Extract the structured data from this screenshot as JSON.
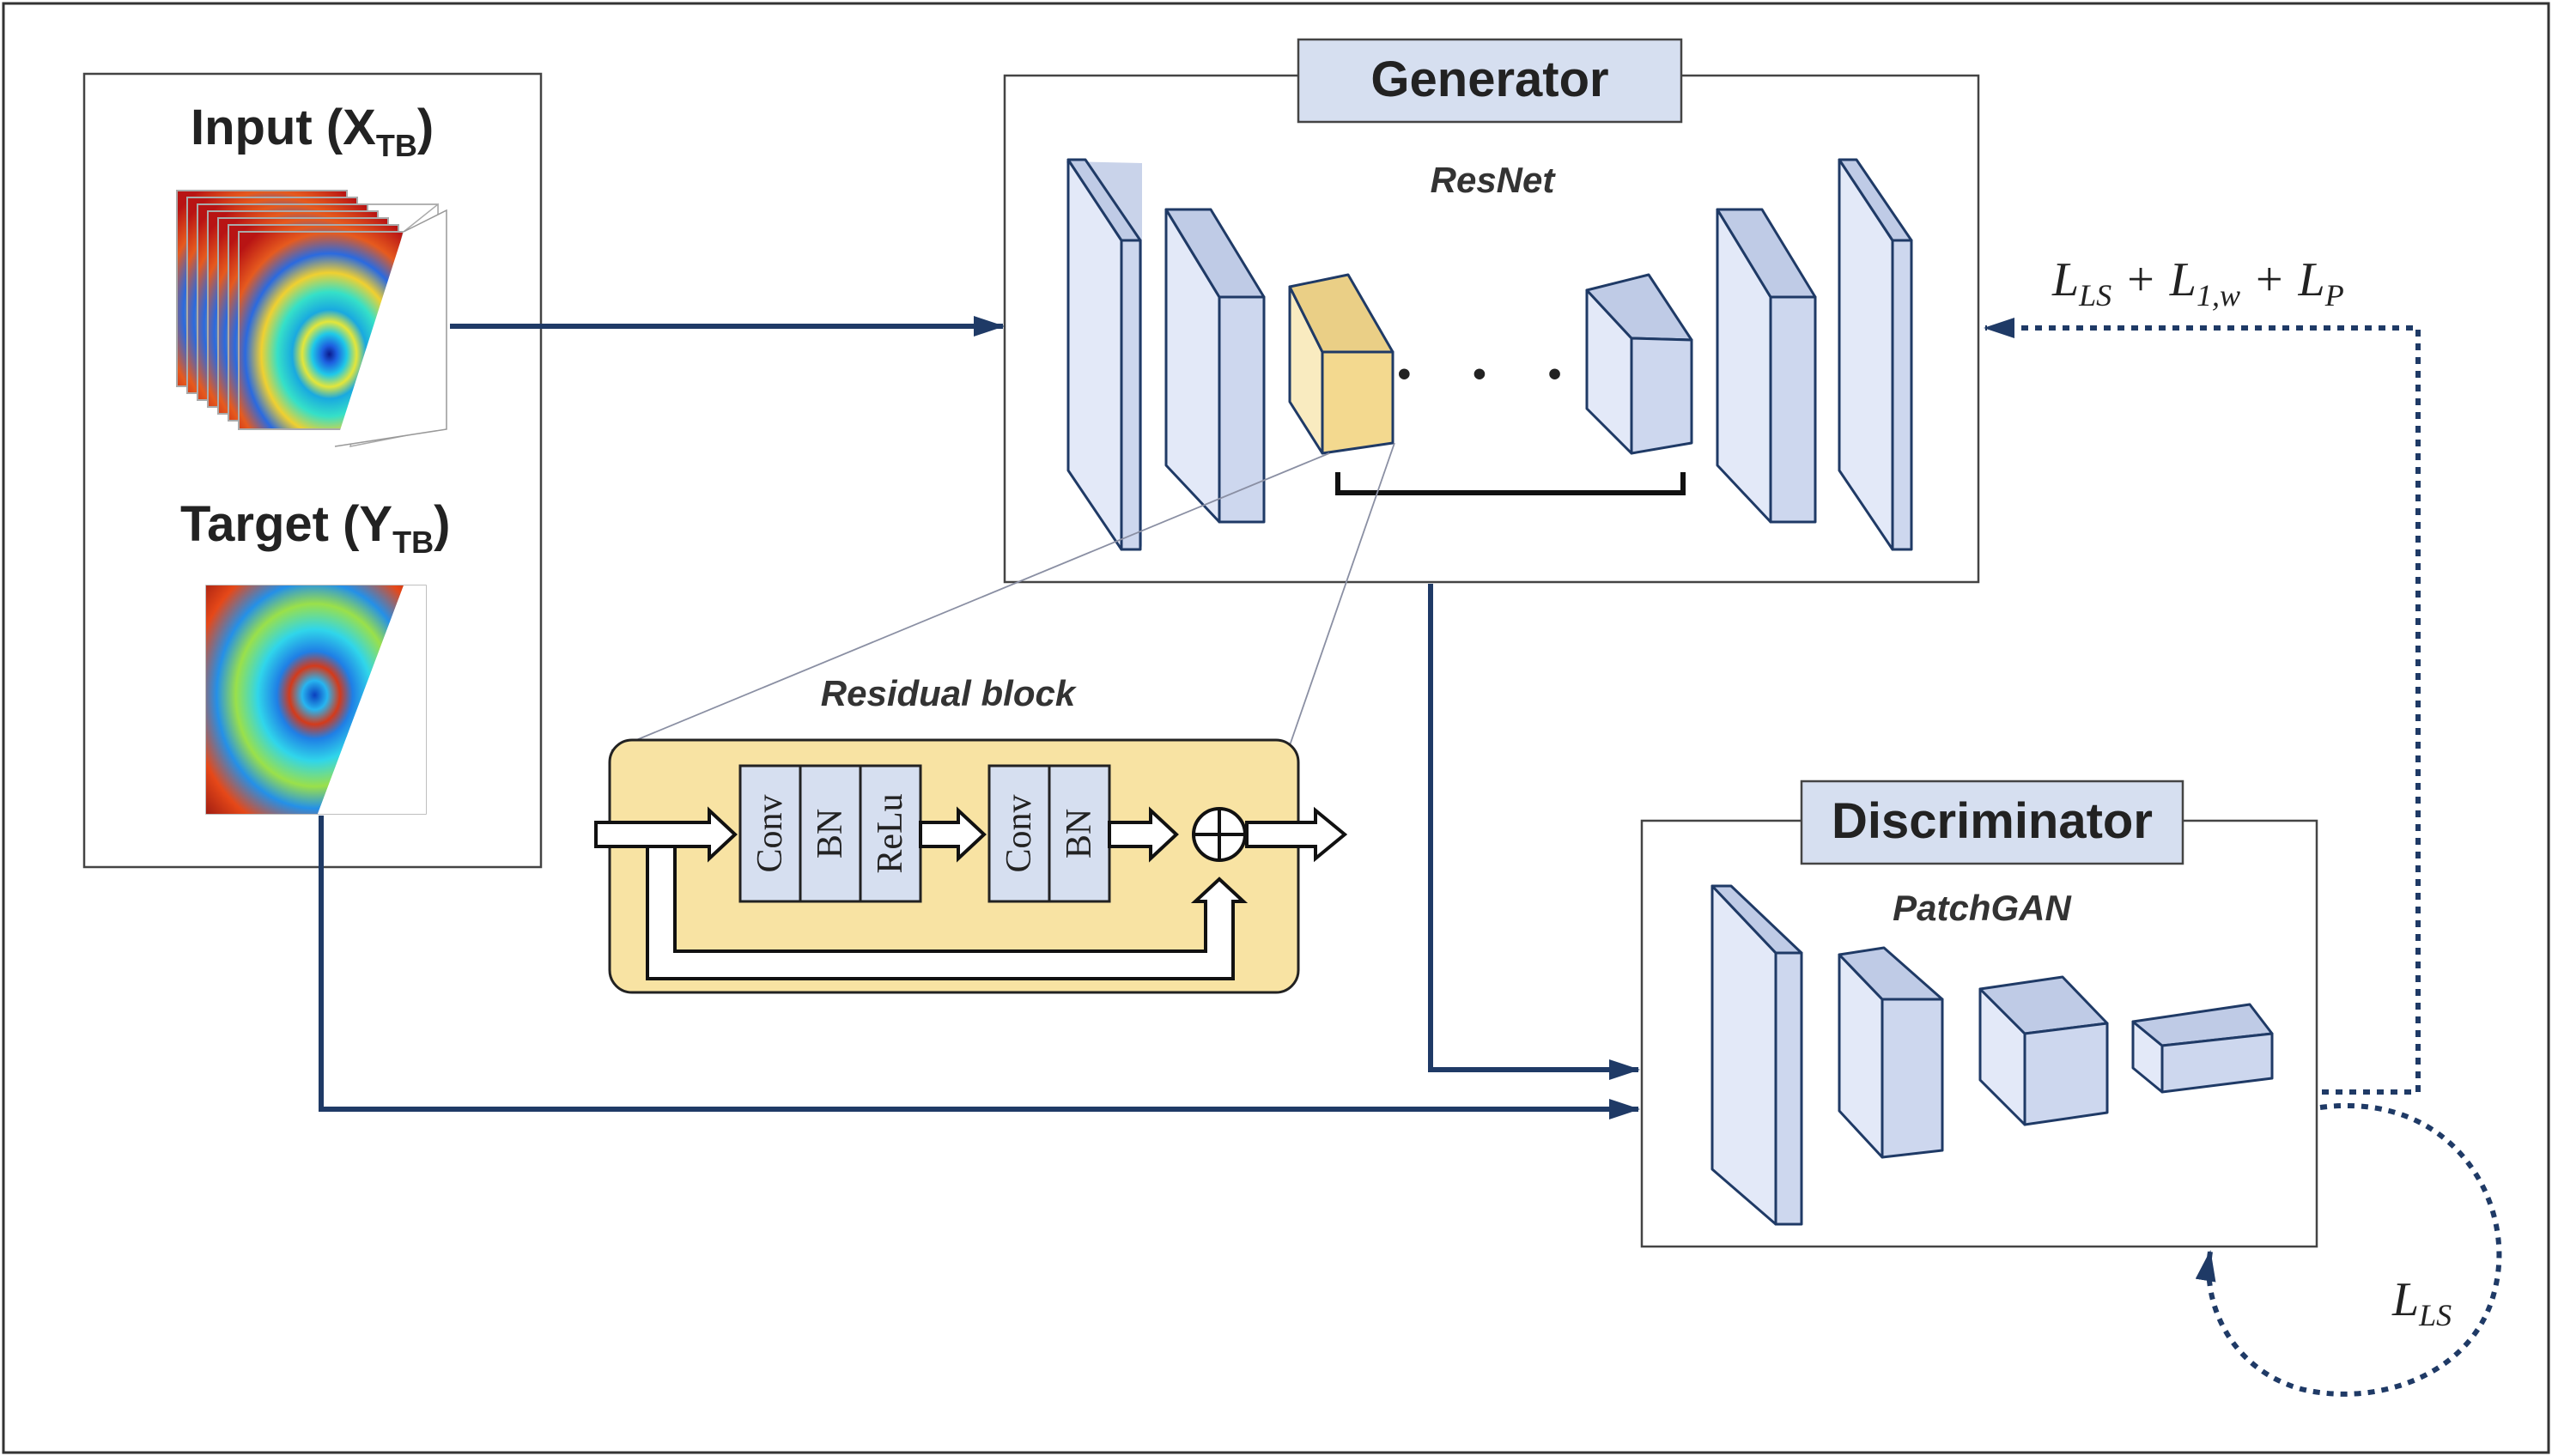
{
  "input_panel": {
    "input_title": "Input (X",
    "input_sub": "TB",
    "input_close": ")",
    "target_title": "Target (Y",
    "target_sub": "TB",
    "target_close": ")"
  },
  "generator": {
    "title": "Generator",
    "subtitle": "ResNet",
    "dots": "• • •"
  },
  "residual_block": {
    "title": "Residual block",
    "layers_group1": [
      "Conv",
      "BN",
      "ReLu"
    ],
    "layers_group2": [
      "Conv",
      "BN"
    ],
    "add_symbol": "⊕"
  },
  "discriminator": {
    "title": "Discriminator",
    "subtitle": "PatchGAN"
  },
  "losses": {
    "generator_loss": {
      "L1": "L",
      "L1_sub": "LS",
      "plus1": "+",
      "L2": "L",
      "L2_sub": "1,w",
      "plus2": "+",
      "L3": "L",
      "L3_sub": "P"
    },
    "discriminator_loss": {
      "L": "L",
      "L_sub": "LS"
    }
  },
  "colors": {
    "arrow": "#1f3a66",
    "block_blue": "#dde4f4",
    "block_yellow": "#f5dd9b",
    "title_fill": "#d6dff0",
    "residual_fill": "#f8e3a3"
  }
}
